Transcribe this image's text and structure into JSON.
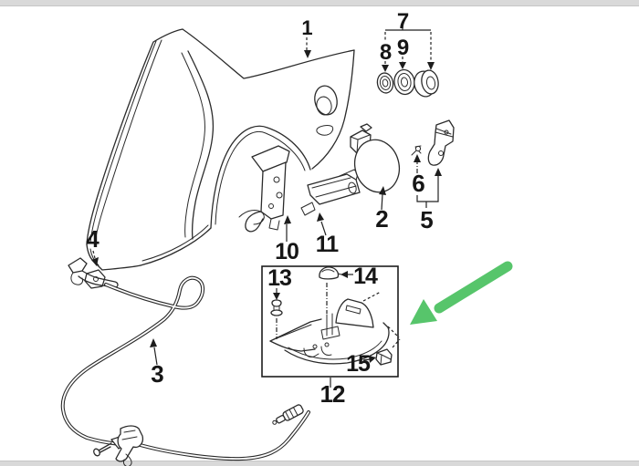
{
  "page": {
    "background_color": "#ffffff",
    "edge_bar_color": "#d9d9d9"
  },
  "diagram": {
    "line_color": "#2b2b2b",
    "part_labels": [
      "1",
      "2",
      "3",
      "4",
      "5",
      "6",
      "7",
      "8",
      "9",
      "10",
      "11",
      "12",
      "13",
      "14",
      "15"
    ],
    "highlight_arrow_color": "#57c56b"
  }
}
